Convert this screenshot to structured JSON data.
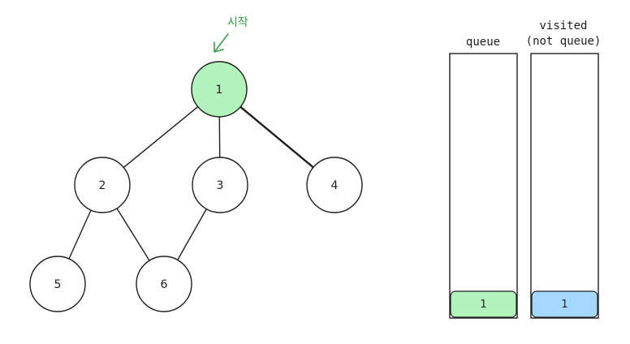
{
  "start_annotation": {
    "text": "시작",
    "color": "#2f9e44"
  },
  "colors": {
    "visited_node": "#b2f2bb",
    "node_fill": "#ffffff",
    "stroke": "#1e1e1e",
    "queue_item": "#b2f2bb",
    "visited_item": "#a5d8ff"
  },
  "graph": {
    "nodes": [
      {
        "id": "1",
        "label": "1",
        "visited": true
      },
      {
        "id": "2",
        "label": "2",
        "visited": false
      },
      {
        "id": "3",
        "label": "3",
        "visited": false
      },
      {
        "id": "4",
        "label": "4",
        "visited": false
      },
      {
        "id": "5",
        "label": "5",
        "visited": false
      },
      {
        "id": "6",
        "label": "6",
        "visited": false
      }
    ],
    "edges": [
      [
        "1",
        "2"
      ],
      [
        "1",
        "3"
      ],
      [
        "1",
        "4"
      ],
      [
        "2",
        "5"
      ],
      [
        "2",
        "6"
      ],
      [
        "3",
        "6"
      ]
    ]
  },
  "queue": {
    "title": "queue",
    "items": [
      "1"
    ]
  },
  "visited": {
    "title_line1": "visited",
    "title_line2": "(not queue)",
    "items": [
      "1"
    ]
  }
}
